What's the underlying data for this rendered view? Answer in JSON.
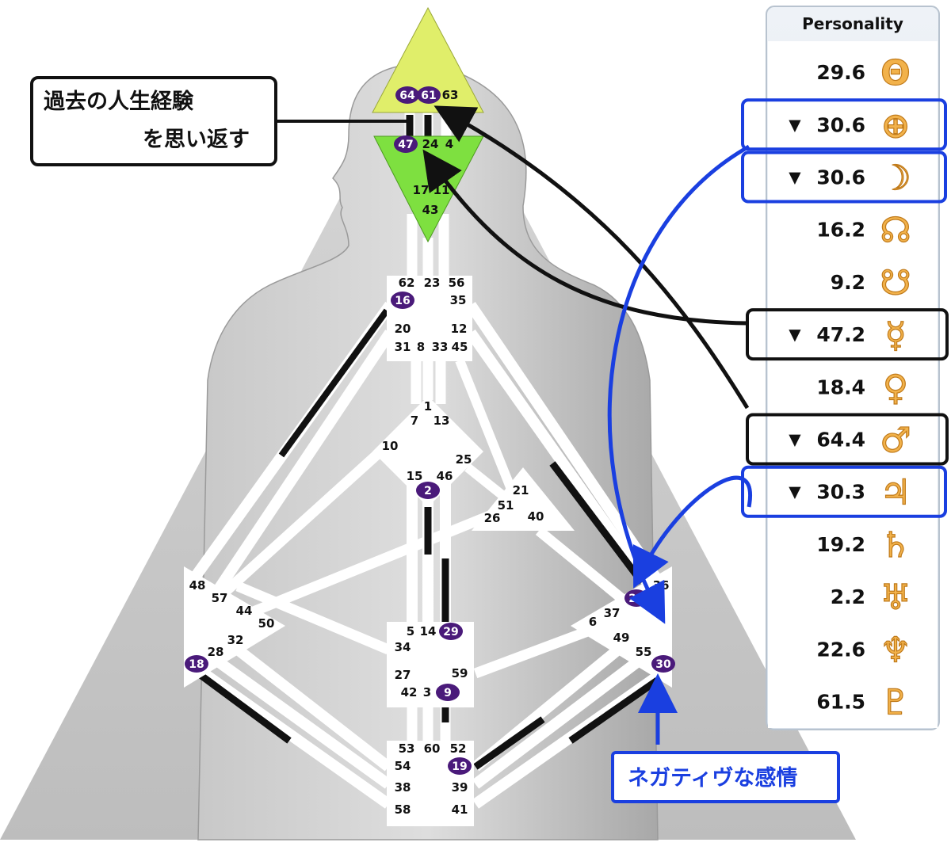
{
  "callouts": {
    "memory_line1": "過去の人生経験",
    "memory_line2": "を思い返す",
    "emotion": "ネガティヴな感情"
  },
  "personality": {
    "header": "Personality",
    "rows": [
      {
        "value": "29.6",
        "symbol": "Θ",
        "planet": "sun-icon",
        "marker": ""
      },
      {
        "value": "30.6",
        "symbol": "⊕",
        "planet": "earth-icon",
        "marker": "▼"
      },
      {
        "value": "30.6",
        "symbol": "☽",
        "planet": "moon-icon",
        "marker": "▼"
      },
      {
        "value": "16.2",
        "symbol": "☊",
        "planet": "north-node-icon",
        "marker": ""
      },
      {
        "value": "9.2",
        "symbol": "☋",
        "planet": "south-node-icon",
        "marker": ""
      },
      {
        "value": "47.2",
        "symbol": "☿",
        "planet": "mercury-icon",
        "marker": "▼"
      },
      {
        "value": "18.4",
        "symbol": "♀",
        "planet": "venus-icon",
        "marker": ""
      },
      {
        "value": "64.4",
        "symbol": "♂",
        "planet": "mars-icon",
        "marker": "▼"
      },
      {
        "value": "30.3",
        "symbol": "♃",
        "planet": "jupiter-icon",
        "marker": "▼"
      },
      {
        "value": "19.2",
        "symbol": "♄",
        "planet": "saturn-icon",
        "marker": ""
      },
      {
        "value": "2.2",
        "symbol": "♅",
        "planet": "uranus-icon",
        "marker": ""
      },
      {
        "value": "22.6",
        "symbol": "♆",
        "planet": "neptune-icon",
        "marker": ""
      },
      {
        "value": "61.5",
        "symbol": "♇",
        "planet": "pluto-icon",
        "marker": ""
      }
    ]
  },
  "gates": {
    "head": [
      "64",
      "61",
      "63"
    ],
    "ajna": [
      "47",
      "24",
      "4",
      "17",
      "11",
      "43"
    ],
    "throat": [
      "62",
      "23",
      "56",
      "16",
      "35",
      "20",
      "12",
      "31",
      "8",
      "33",
      "45"
    ],
    "g": [
      "1",
      "7",
      "13",
      "10",
      "25",
      "15",
      "46",
      "2"
    ],
    "ego": [
      "21",
      "51",
      "26",
      "40"
    ],
    "spleen": [
      "48",
      "57",
      "44",
      "50",
      "32",
      "28",
      "18"
    ],
    "sacral": [
      "5",
      "14",
      "29",
      "34",
      "27",
      "59",
      "42",
      "3",
      "9"
    ],
    "solar": [
      "36",
      "22",
      "37",
      "6",
      "49",
      "55",
      "30"
    ],
    "root": [
      "53",
      "60",
      "52",
      "54",
      "19",
      "38",
      "39",
      "58",
      "41"
    ]
  },
  "colors": {
    "head_center": "#e0ee6a",
    "ajna_center": "#7ee040",
    "defined_channel": "#111111",
    "gate_marker": "#4a1a7a",
    "blue_callout": "#1a3fe0",
    "glyph": "#f2b24b"
  }
}
